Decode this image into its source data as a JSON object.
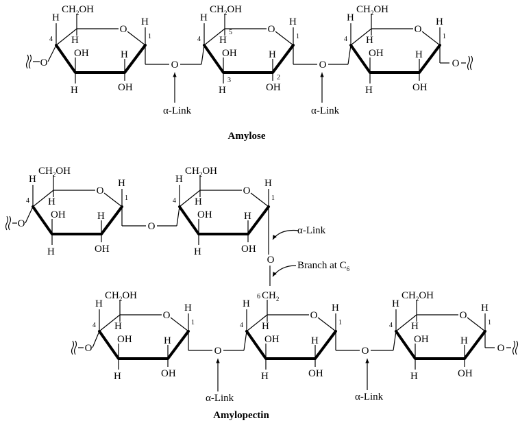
{
  "labels": {
    "ch2oh_main": "CH",
    "ch2oh_sub": "2",
    "ch2oh_tail": "OH",
    "ring_o": "O",
    "h": "H",
    "oh": "OH",
    "link_o": "O",
    "chain_end": "O",
    "alpha_link": "α-Link",
    "branch_text": "Branch at C",
    "branch_sub": "6",
    "ch2_main": "CH",
    "ch2_sub": "2",
    "pos_1": "1",
    "pos_2": "2",
    "pos_3": "3",
    "pos_4": "4",
    "pos_5": "5",
    "pos_6": "6"
  },
  "captions": {
    "amylose": "Amylose",
    "amylopectin": "Amylopectin"
  }
}
